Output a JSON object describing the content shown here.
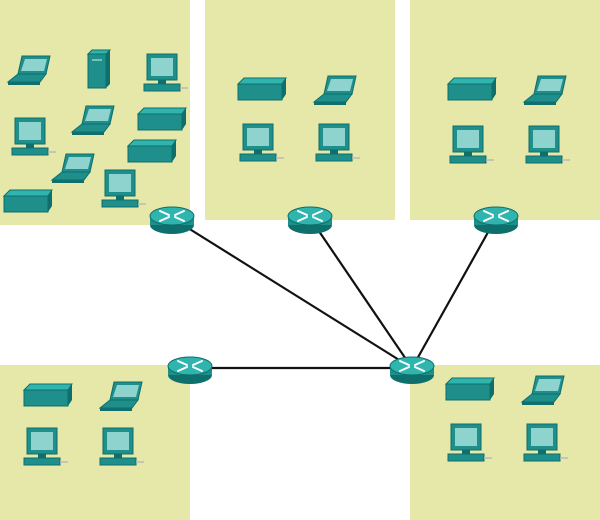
{
  "diagram": {
    "kind": "network-topology",
    "colors": {
      "background": "#ffffff",
      "zone_fill": "#e5e8a8",
      "link": "#111111",
      "device_dark": "#0e6f6c",
      "device_mid": "#1f8f8b",
      "device_light": "#2fb4ae",
      "screen": "#8fd3cf",
      "router_arrow": "#ffffff"
    },
    "zones": [
      {
        "id": "lan-top-left",
        "devices": [
          "laptop",
          "server-tower",
          "desktop-pc",
          "desktop-pc",
          "laptop",
          "switch",
          "laptop",
          "switch",
          "switch",
          "desktop-pc"
        ]
      },
      {
        "id": "lan-top-middle",
        "devices": [
          "switch",
          "laptop",
          "desktop-pc",
          "desktop-pc"
        ]
      },
      {
        "id": "lan-top-right",
        "devices": [
          "switch",
          "laptop",
          "desktop-pc",
          "desktop-pc"
        ]
      },
      {
        "id": "lan-bottom-left",
        "devices": [
          "switch",
          "laptop",
          "desktop-pc",
          "desktop-pc"
        ]
      },
      {
        "id": "lan-bottom-right",
        "devices": [
          "switch",
          "laptop",
          "desktop-pc",
          "desktop-pc"
        ]
      }
    ],
    "routers": [
      {
        "id": "router-top-left",
        "lan": "lan-top-left"
      },
      {
        "id": "router-top-middle",
        "lan": "lan-top-middle"
      },
      {
        "id": "router-top-right",
        "lan": "lan-top-right"
      },
      {
        "id": "router-bottom-left",
        "lan": "lan-bottom-left"
      },
      {
        "id": "router-core",
        "lan": "lan-bottom-right"
      }
    ],
    "links": [
      {
        "from": "router-top-left",
        "to": "router-core"
      },
      {
        "from": "router-top-middle",
        "to": "router-core"
      },
      {
        "from": "router-top-right",
        "to": "router-core"
      },
      {
        "from": "router-bottom-left",
        "to": "router-core"
      }
    ]
  }
}
